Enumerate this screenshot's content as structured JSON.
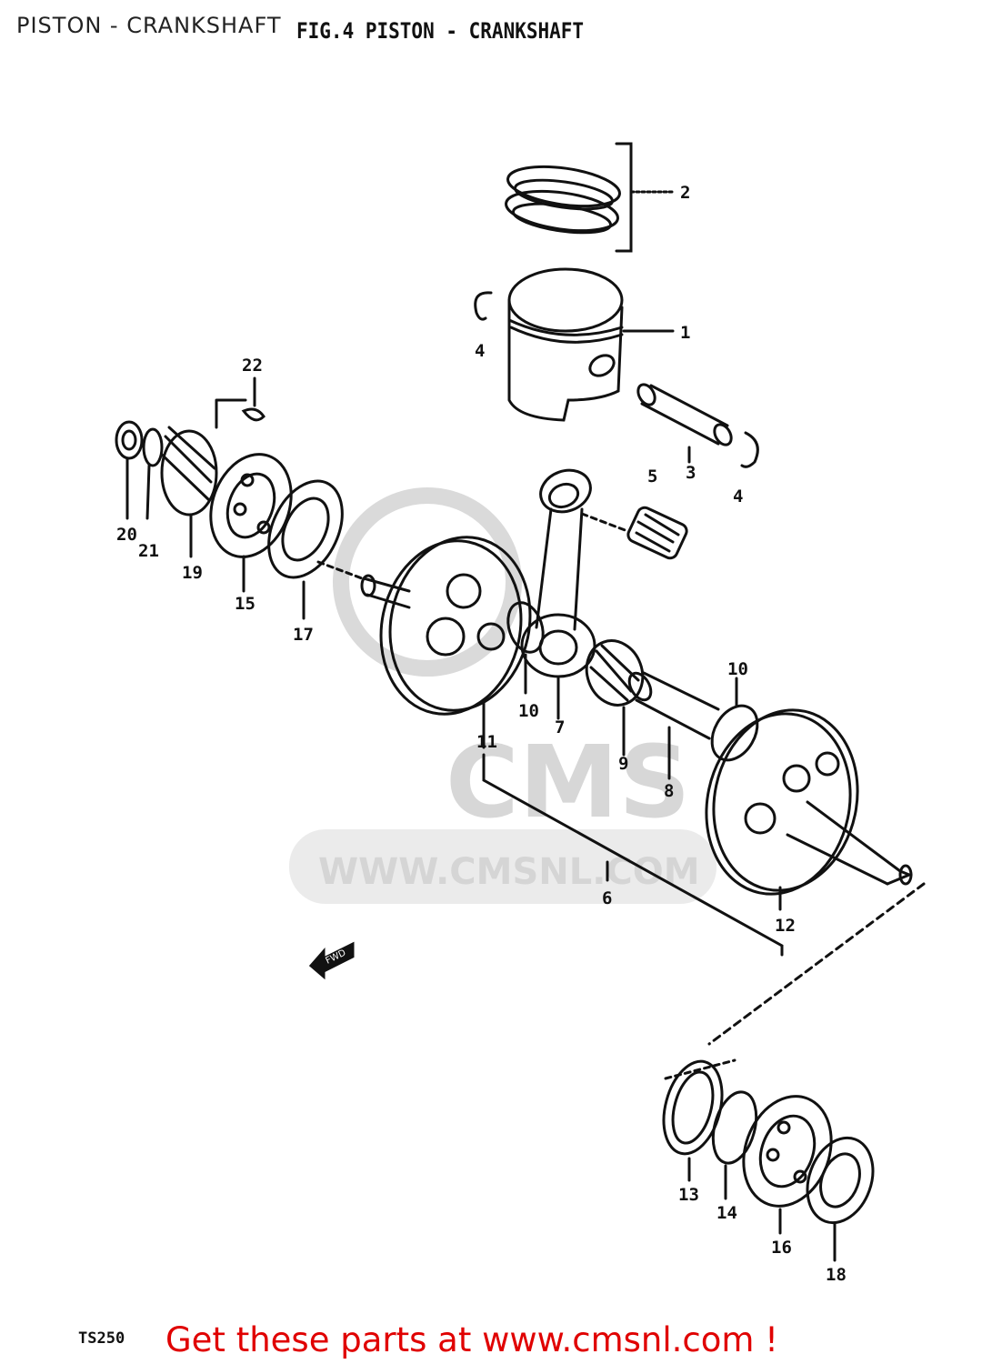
{
  "page": {
    "title": "PISTON - CRANKSHAFT",
    "figure_caption": "FIG.4  PISTON - CRANKSHAFT",
    "model_code": "TS250",
    "footer_link": "Get these parts at www.cmsnl.com !",
    "fwd_label": "FWD"
  },
  "watermark": {
    "brand": "CMS",
    "url": "WWW.CMSNL.COM"
  },
  "parts": [
    {
      "ref": "1"
    },
    {
      "ref": "2"
    },
    {
      "ref": "3"
    },
    {
      "ref": "4"
    },
    {
      "ref": "4"
    },
    {
      "ref": "5"
    },
    {
      "ref": "6"
    },
    {
      "ref": "7"
    },
    {
      "ref": "8"
    },
    {
      "ref": "9"
    },
    {
      "ref": "10"
    },
    {
      "ref": "10"
    },
    {
      "ref": "11"
    },
    {
      "ref": "12"
    },
    {
      "ref": "13"
    },
    {
      "ref": "14"
    },
    {
      "ref": "15"
    },
    {
      "ref": "16"
    },
    {
      "ref": "17"
    },
    {
      "ref": "18"
    },
    {
      "ref": "19"
    },
    {
      "ref": "20"
    },
    {
      "ref": "21"
    },
    {
      "ref": "22"
    }
  ],
  "colors": {
    "ink": "#111111",
    "footer": "#e00000",
    "watermark": "#d3d3d3"
  }
}
